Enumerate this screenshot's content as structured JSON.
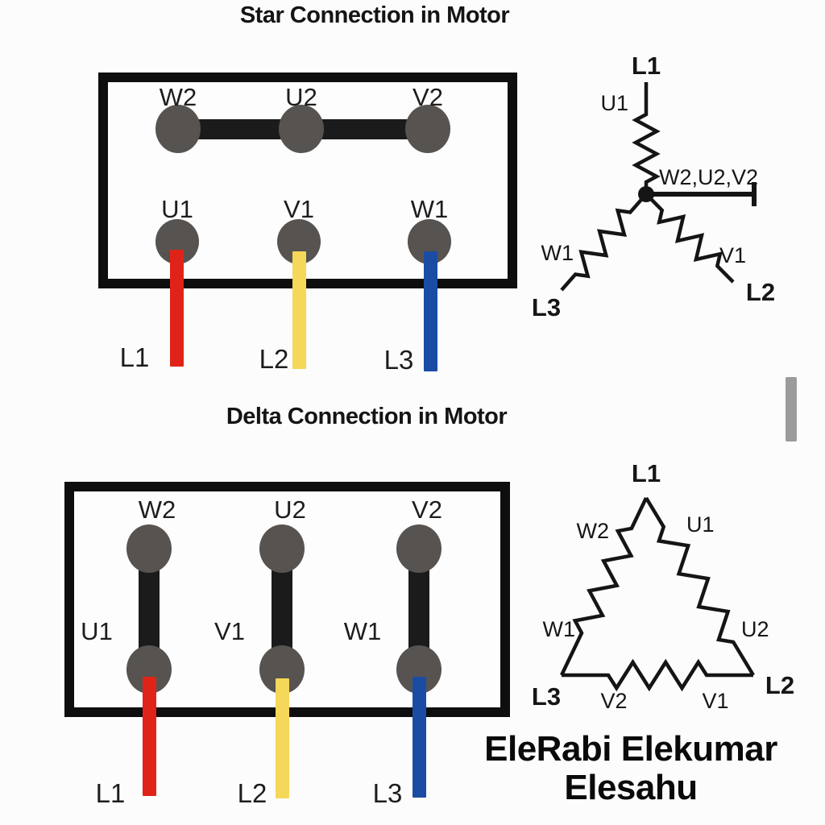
{
  "titles": {
    "star": "Star Connection in Motor",
    "delta": "Delta Connection in Motor"
  },
  "star_box": {
    "top_terminals": [
      "W2",
      "U2",
      "V2"
    ],
    "bottom_terminals": [
      "U1",
      "V1",
      "W1"
    ],
    "line_labels": [
      "L1",
      "L2",
      "L3"
    ]
  },
  "star_schematic": {
    "line_top": "L1",
    "winding_top": "U1",
    "star_point": "W2,U2,V2",
    "winding_left": "W1",
    "winding_right": "V1",
    "line_bottom_left": "L3",
    "line_bottom_right": "L2"
  },
  "delta_box": {
    "top_terminals": [
      "W2",
      "U2",
      "V2"
    ],
    "bottom_terminals": [
      "U1",
      "V1",
      "W1"
    ],
    "line_labels": [
      "L1",
      "L2",
      "L3"
    ]
  },
  "delta_schematic": {
    "line_top": "L1",
    "winding_top_left": "W2",
    "winding_top_right": "U1",
    "winding_left": "W1",
    "winding_right": "U2",
    "winding_bottom_left": "V2",
    "winding_bottom_right": "V1",
    "line_bottom_left": "L3",
    "line_bottom_right": "L2"
  },
  "credit": {
    "line1": "EleRabi Elekumar",
    "line2": "Elesahu"
  },
  "colors": {
    "phase_l1_red": "#e02318",
    "phase_l2_yellow": "#f5d75a",
    "phase_l3_blue": "#1b4ca4",
    "terminal_gray": "#565350",
    "link_black": "#1b1b1b",
    "line_black": "#151515",
    "scrollbar_gray": "#9b9b9b"
  }
}
